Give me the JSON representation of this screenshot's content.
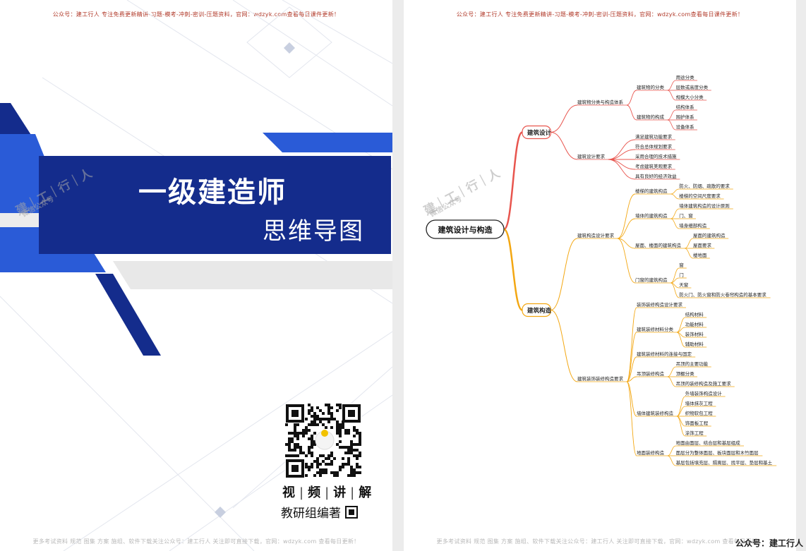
{
  "header_text": "公众号：建工行人  专注免费更新精讲-习题-模考-冲刺-密训-压题资料，官网：wdzyk.com查看每日课件更新！",
  "footer_text": "更多考试资料 规范 图集 方案 施组、软件下载关注公众号：建工行人 关注即可直接下载，官网：wdzyk.com 查看每日更新！",
  "cover": {
    "title": "一级建造师",
    "subtitle": "思维导图",
    "video_chars": [
      "视",
      "频",
      "讲",
      "解"
    ],
    "editor": "教研组编著",
    "watermark_main": "建｜工｜行｜人",
    "watermark_sub": "微信公众号"
  },
  "mindmap": {
    "watermark_main": "建｜工｜行｜人",
    "watermark_sub": "微信公众号",
    "root": "建筑设计与构造",
    "branches": [
      {
        "label": "建筑设计",
        "children": [
          {
            "label": "建筑物分类与构造体系",
            "children": [
              {
                "label": "建筑物的分类",
                "children": [
                  "用途分类",
                  "层数或高度分类",
                  "规模大小分类"
                ]
              },
              {
                "label": "建筑物的构成",
                "children": [
                  "结构体系",
                  "围护体系",
                  "设备体系"
                ]
              }
            ]
          },
          {
            "label": "建筑设计要求",
            "children": [
              "满足建筑功能要求",
              "符合总体规划要求",
              "采用合理的技术措施",
              "考虑建筑美观要求",
              "具有良好的经济效益"
            ]
          }
        ]
      },
      {
        "label": "建筑构造",
        "children": [
          {
            "label": "建筑构造设计要求",
            "children": [
              {
                "label": "楼梯的建筑构造",
                "children": [
                  "防火、防烟、疏散的要求",
                  "楼梯的空间尺度要求"
                ]
              },
              {
                "label": "墙体的建筑构造",
                "children": [
                  "墙体建筑构造的设计原则",
                  "门、窗",
                  "墙身细部构造"
                ]
              },
              {
                "label": "屋面、楼面的建筑构造",
                "children": [
                  "屋面的建筑构造",
                  "屋面要求",
                  "楼地面"
                ]
              },
              {
                "label": "门窗的建筑构造",
                "children": [
                  "窗",
                  "门",
                  "天窗",
                  "防火门、防火窗和防火卷帘构造的基本要求"
                ]
              }
            ]
          },
          {
            "label": "建筑装饰装修构造要求",
            "children": [
              {
                "label": "装饰装修构造设计要求",
                "children": []
              },
              {
                "label": "建筑装修材料分类",
                "children": [
                  "结构材料",
                  "功能材料",
                  "装饰材料",
                  "辅助材料"
                ]
              },
              {
                "label": "建筑装修材料的连接与固定",
                "children": []
              },
              {
                "label": "吊顶装修构造",
                "children": [
                  "吊顶的主要功能",
                  "顶棚分类",
                  "吊顶的装修构造及施工要求"
                ]
              },
              {
                "label": "墙体建筑装修构造",
                "children": [
                  "外墙装饰构造设计",
                  "墙体抹灰工程",
                  "织物软包工程",
                  "饰面板工程",
                  "涂饰工程"
                ]
              },
              {
                "label": "地面装修构造",
                "children": [
                  "地面由面层、结合层和基层组成",
                  "面层分为整体面层、板块面层和木竹面层",
                  "基层包括填充层、隔离层、找平层、垫层和基土"
                ]
              }
            ]
          }
        ]
      }
    ]
  },
  "corner_label": "公众号：建工行人",
  "colors": {
    "navy": "#142c8c",
    "blue": "#2a5bd7",
    "red_branch": "#e8554e",
    "orange_branch": "#f3a712",
    "header_red": "#b13a2a"
  }
}
